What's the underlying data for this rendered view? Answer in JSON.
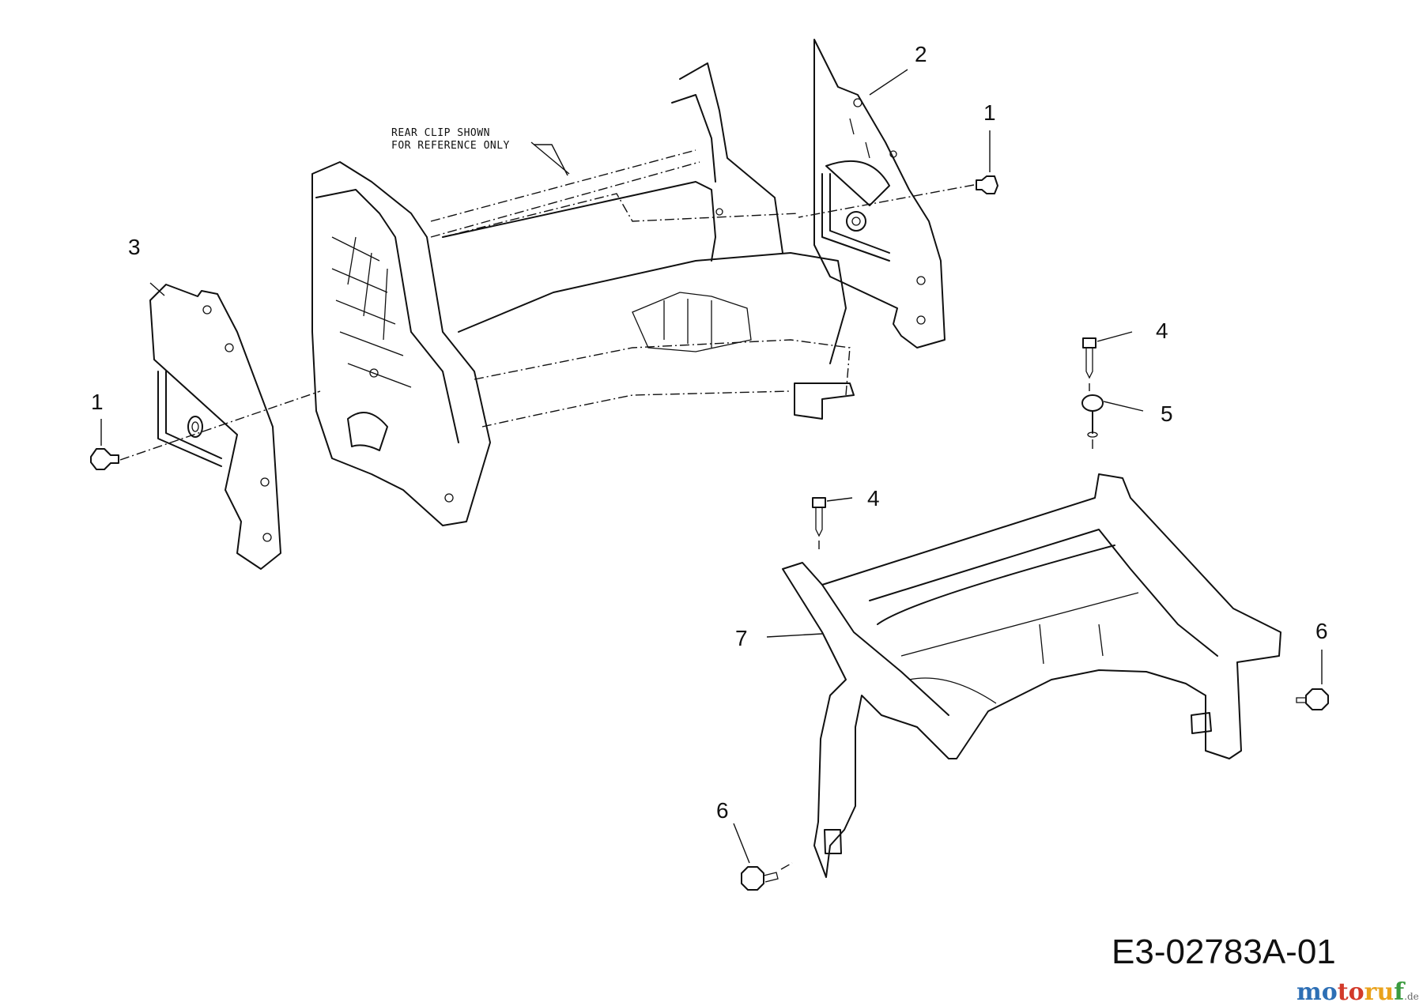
{
  "callouts": {
    "c1_upper": "1",
    "c1_left": "1",
    "c2": "2",
    "c3": "3",
    "c4_upper": "4",
    "c4_lower": "4",
    "c5": "5",
    "c6_right": "6",
    "c6_bottom": "6",
    "c7": "7"
  },
  "note": {
    "line1": "REAR CLIP SHOWN",
    "line2": "FOR REFERENCE ONLY"
  },
  "diagram_id": "E3-02783A-01",
  "watermark": {
    "m1": "mo",
    "m2": "to",
    "m3": "ru",
    "m4": "f",
    "suffix": ".de"
  }
}
